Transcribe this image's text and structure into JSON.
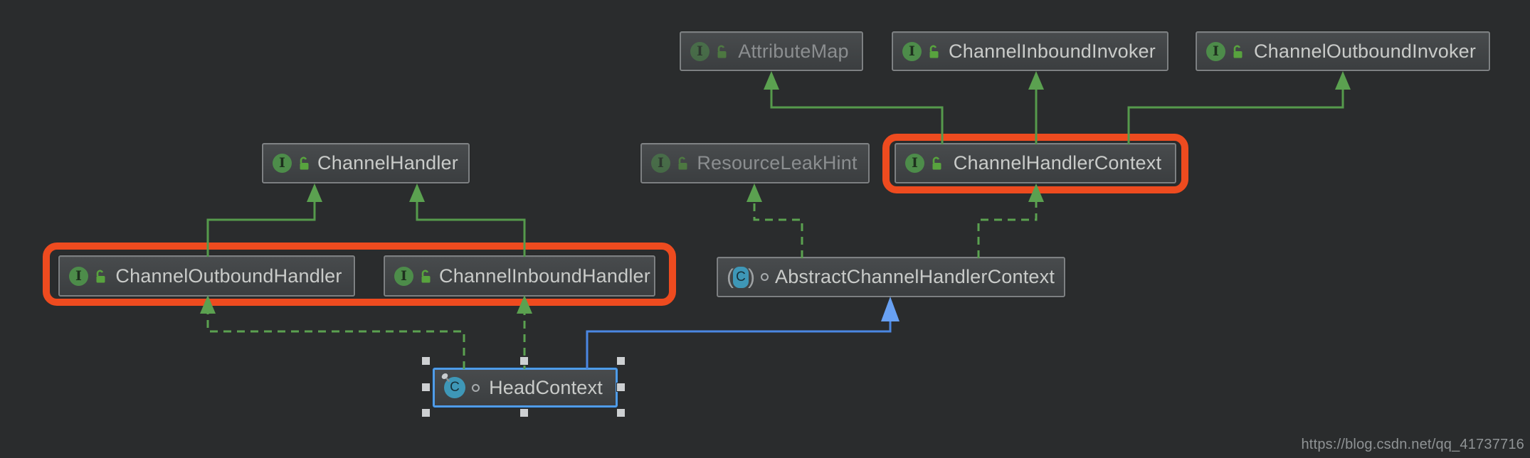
{
  "diagram": {
    "tool": "uml-class-diagram",
    "background_color": "#2a2c2d",
    "nodes": [
      {
        "id": "attribute-map",
        "label": "AttributeMap",
        "kind": "interface",
        "muted": true,
        "icons": [
          "interface-icon",
          "lock-icon"
        ]
      },
      {
        "id": "channel-inbound-invoker",
        "label": "ChannelInboundInvoker",
        "kind": "interface",
        "muted": false,
        "icons": [
          "interface-icon",
          "lock-icon"
        ]
      },
      {
        "id": "channel-outbound-invoker",
        "label": "ChannelOutboundInvoker",
        "kind": "interface",
        "muted": false,
        "icons": [
          "interface-icon",
          "lock-icon"
        ]
      },
      {
        "id": "channel-handler",
        "label": "ChannelHandler",
        "kind": "interface",
        "muted": false,
        "icons": [
          "interface-icon",
          "lock-icon"
        ]
      },
      {
        "id": "resource-leak-hint",
        "label": "ResourceLeakHint",
        "kind": "interface",
        "muted": true,
        "icons": [
          "interface-icon",
          "lock-icon"
        ]
      },
      {
        "id": "channel-handler-context",
        "label": "ChannelHandlerContext",
        "kind": "interface",
        "muted": false,
        "highlighted": true,
        "icons": [
          "interface-icon",
          "lock-icon"
        ]
      },
      {
        "id": "channel-outbound-handler",
        "label": "ChannelOutboundHandler",
        "kind": "interface",
        "muted": false,
        "highlighted": true,
        "icons": [
          "interface-icon",
          "lock-icon"
        ]
      },
      {
        "id": "channel-inbound-handler",
        "label": "ChannelInboundHandler",
        "kind": "interface",
        "muted": false,
        "highlighted": true,
        "icons": [
          "interface-icon",
          "lock-icon"
        ]
      },
      {
        "id": "abstract-channel-handler-context",
        "label": "AbstractChannelHandlerContext",
        "kind": "abstract-class",
        "muted": false,
        "icons": [
          "abstract-class-icon",
          "package-visibility-icon"
        ]
      },
      {
        "id": "head-context",
        "label": "HeadContext",
        "kind": "class",
        "muted": false,
        "selected": true,
        "icons": [
          "class-icon",
          "pin-icon",
          "package-visibility-icon"
        ]
      }
    ],
    "edges": [
      {
        "from": "channel-outbound-handler",
        "to": "channel-handler",
        "style": "solid-green",
        "relation": "extends"
      },
      {
        "from": "channel-inbound-handler",
        "to": "channel-handler",
        "style": "solid-green",
        "relation": "extends"
      },
      {
        "from": "channel-handler-context",
        "to": "attribute-map",
        "style": "solid-green",
        "relation": "extends"
      },
      {
        "from": "channel-handler-context",
        "to": "channel-inbound-invoker",
        "style": "solid-green",
        "relation": "extends"
      },
      {
        "from": "channel-handler-context",
        "to": "channel-outbound-invoker",
        "style": "solid-green",
        "relation": "extends"
      },
      {
        "from": "abstract-channel-handler-context",
        "to": "resource-leak-hint",
        "style": "dashed-green",
        "relation": "implements"
      },
      {
        "from": "abstract-channel-handler-context",
        "to": "channel-handler-context",
        "style": "dashed-green",
        "relation": "implements"
      },
      {
        "from": "head-context",
        "to": "channel-outbound-handler",
        "style": "dashed-green",
        "relation": "implements"
      },
      {
        "from": "head-context",
        "to": "channel-inbound-handler",
        "style": "dashed-green",
        "relation": "implements"
      },
      {
        "from": "head-context",
        "to": "abstract-channel-handler-context",
        "style": "solid-blue",
        "relation": "extends-class"
      }
    ],
    "highlights": [
      {
        "around": [
          "channel-handler-context"
        ],
        "color": "#ee4b1f"
      },
      {
        "around": [
          "channel-outbound-handler",
          "channel-inbound-handler"
        ],
        "color": "#ee4b1f"
      }
    ],
    "colors": {
      "node_fill": "#3e4143",
      "node_border": "#7d8082",
      "label_text": "#c9cbc9",
      "muted_text": "#8b8e90",
      "edge_green": "#559a4c",
      "edge_blue": "#4b87e2",
      "selection_blue": "#4f9ce8",
      "highlight_orange": "#ee4b1f",
      "interface_icon_green": "#4d8c4a",
      "class_icon_teal": "#3e97b7",
      "lock_green": "#58a33e"
    },
    "watermark": "https://blog.csdn.net/qq_41737716"
  }
}
